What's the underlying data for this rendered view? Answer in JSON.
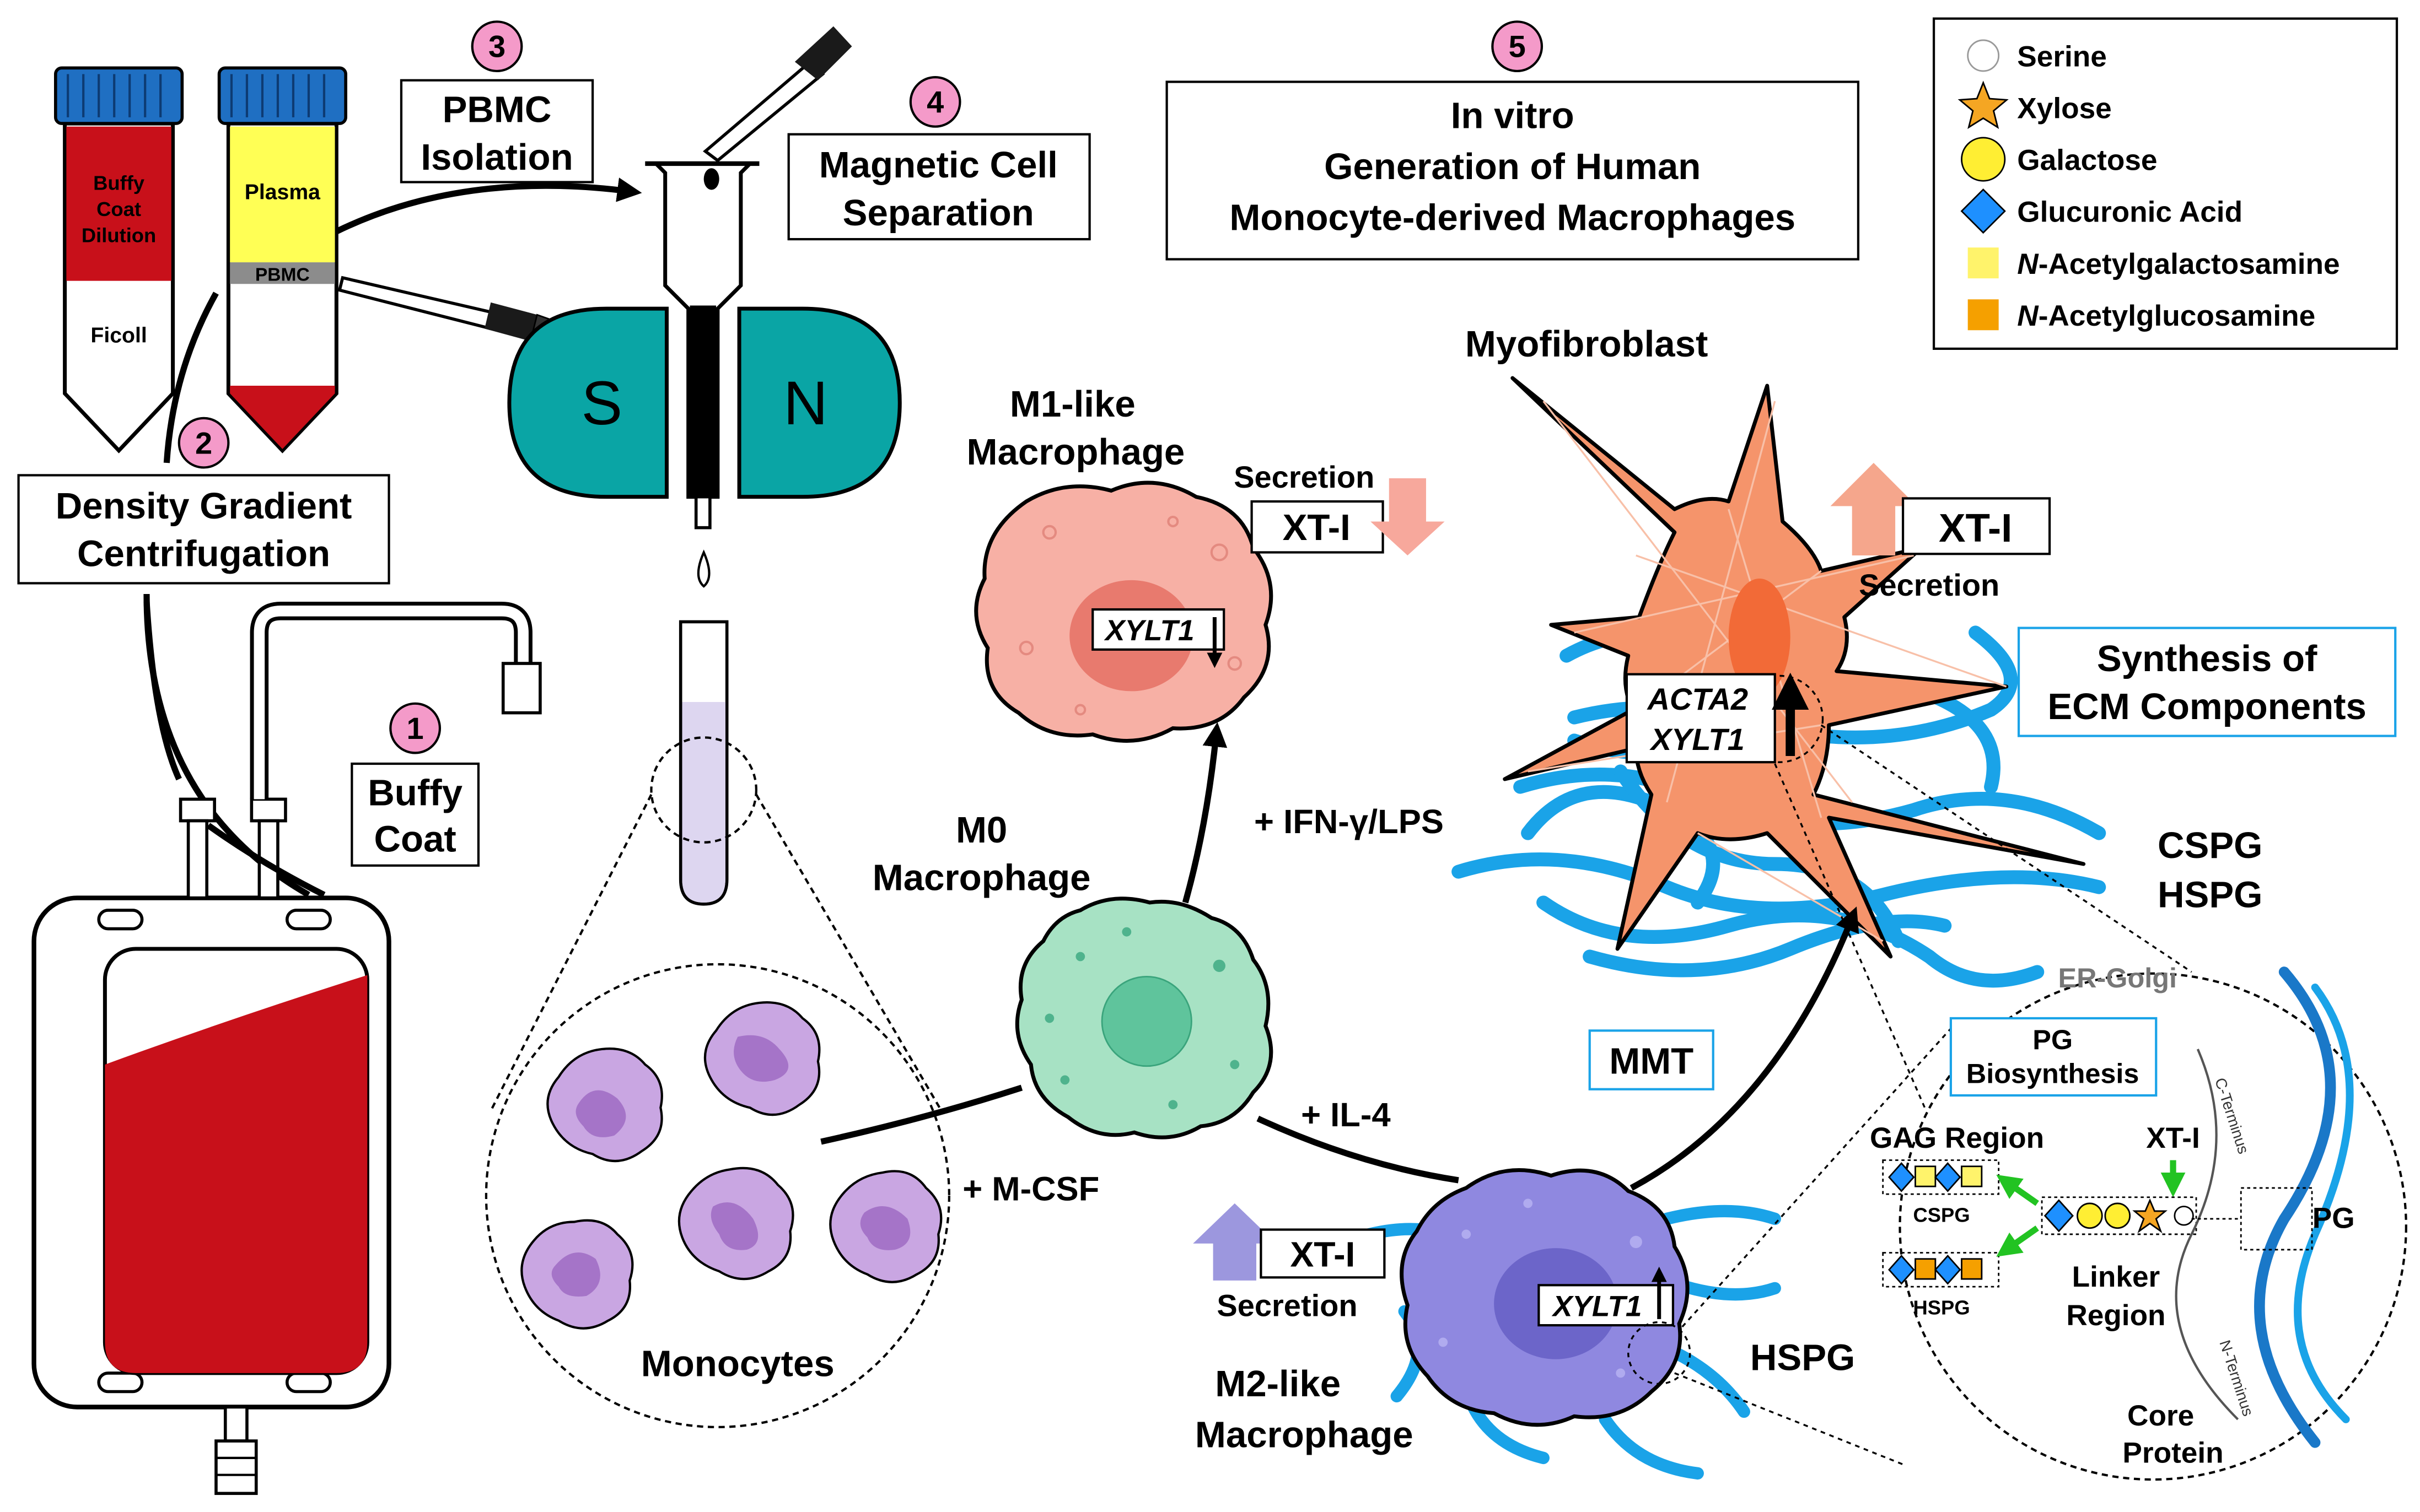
{
  "steps": {
    "s1": {
      "num": "1",
      "lines": [
        "Buffy",
        "Coat"
      ]
    },
    "s2": {
      "num": "2",
      "lines": [
        "Density Gradient",
        "Centrifugation"
      ]
    },
    "s3": {
      "num": "3",
      "lines": [
        "PBMC",
        "Isolation"
      ]
    },
    "s4": {
      "num": "4",
      "lines": [
        "Magnetic Cell",
        "Separation"
      ]
    },
    "s5": {
      "num": "5",
      "lines": [
        "In vitro",
        "Generation of Human",
        "Monocyte-derived Macrophages"
      ]
    }
  },
  "tubes": {
    "left": {
      "top_label": [
        "Buffy",
        "Coat",
        "Dilution"
      ],
      "bottom_label": "Ficoll"
    },
    "right": {
      "top_label": "Plasma",
      "band_label": "PBMC"
    }
  },
  "magnet": {
    "south": "S",
    "north": "N"
  },
  "legend": {
    "items": [
      {
        "shape": "circle",
        "color": "#ffffff",
        "label": "Serine"
      },
      {
        "shape": "star",
        "color": "#f5a623",
        "label": "Xylose"
      },
      {
        "shape": "circle",
        "color": "#ffee33",
        "label": "Galactose"
      },
      {
        "shape": "diamond",
        "color": "#1e90ff",
        "label": "Glucuronic Acid"
      },
      {
        "shape": "square",
        "color": "#fff36b",
        "prefix": "N",
        "label": "-Acetylgalactosamine"
      },
      {
        "shape": "square",
        "color": "#f5a000",
        "prefix": "N",
        "label": "-Acetylglucosamine"
      }
    ]
  },
  "cells": {
    "monocytes": "Monocytes",
    "m0": [
      "M0",
      "Macrophage"
    ],
    "m1": [
      "M1-like",
      "Macrophage"
    ],
    "m2": [
      "M2-like",
      "Macrophage"
    ],
    "myofibroblast": "Myofibroblast"
  },
  "treatments": {
    "mcsf": "+ M-CSF",
    "ifn": "+ IFN-γ/LPS",
    "il4": "+ IL-4",
    "mmt": "MMT"
  },
  "secretion": {
    "m1": {
      "label": "Secretion",
      "enzyme": "XT-I"
    },
    "myo": {
      "label": "Secretion",
      "enzyme": "XT-I"
    },
    "m2": {
      "label": "Secretion",
      "enzyme": "XT-I"
    }
  },
  "genes": {
    "m1": "XYLT1",
    "m2": "XYLT1",
    "myo": [
      "ACTA2",
      "XYLT1"
    ]
  },
  "ecm": {
    "title": [
      "Synthesis of",
      "ECM Components"
    ],
    "cspg": "CSPG",
    "hspg": "HSPG",
    "hspg_m2": "HSPG"
  },
  "inset": {
    "title": "ER-Golgi",
    "pg_box": [
      "PG",
      "Biosynthesis"
    ],
    "gag": "GAG Region",
    "xt": "XT-I",
    "cspg": "CSPG",
    "hspg": "HSPG",
    "linker": [
      "Linker",
      "Region"
    ],
    "core": [
      "Core",
      "Protein"
    ],
    "pg": "PG",
    "cterm": "C-Terminus",
    "nterm": "N-Terminus"
  },
  "colors": {
    "blood": "#c8101a",
    "plasma": "#ffff55",
    "cap": "#1f6fc2",
    "magnet": "#0aa5a5",
    "m1": "#f7b0a5",
    "m0": "#a7e2c4",
    "m2": "#8f88e0",
    "myo": "#f5946b",
    "monocyte": "#c9a6e2",
    "ecm": "#1aa3e8",
    "badge": "#f49ac9"
  }
}
